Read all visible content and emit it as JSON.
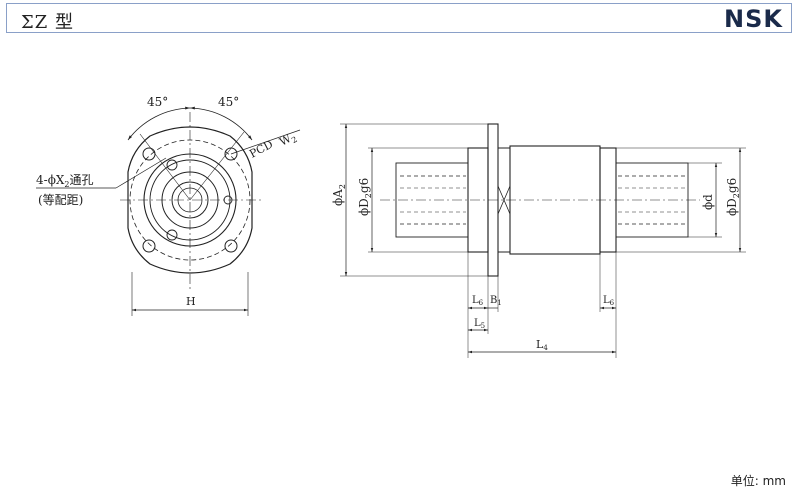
{
  "header": {
    "title": "ΣZ 型",
    "logo": "NSK"
  },
  "front_view": {
    "angle_left": "45°",
    "angle_right": "45°",
    "pcd_label": "PCD",
    "w_label": "W",
    "w_sub": "2",
    "hole_label_pre": "4-ϕX",
    "hole_label_sub": "2",
    "hole_label_post": "通孔",
    "hole_label_note": "(等配距)",
    "h_label": "H"
  },
  "side_view": {
    "a2_label": "ϕA",
    "a2_sub": "2",
    "d2_left_label": "ϕD",
    "d2_left_sub": "2",
    "d2_left_suffix": "g6",
    "d_label": "ϕd",
    "d2_right_label": "ϕD",
    "d2_right_sub": "2",
    "d2_right_suffix": "g6",
    "l6_left_label": "L",
    "l6_left_sub": "6",
    "b1_label": "B",
    "b1_sub": "1",
    "l5_label": "L",
    "l5_sub": "5",
    "l4_label": "L",
    "l4_sub": "4",
    "l6_right_label": "L",
    "l6_right_sub": "6"
  },
  "footer": {
    "unit": "单位: mm"
  }
}
